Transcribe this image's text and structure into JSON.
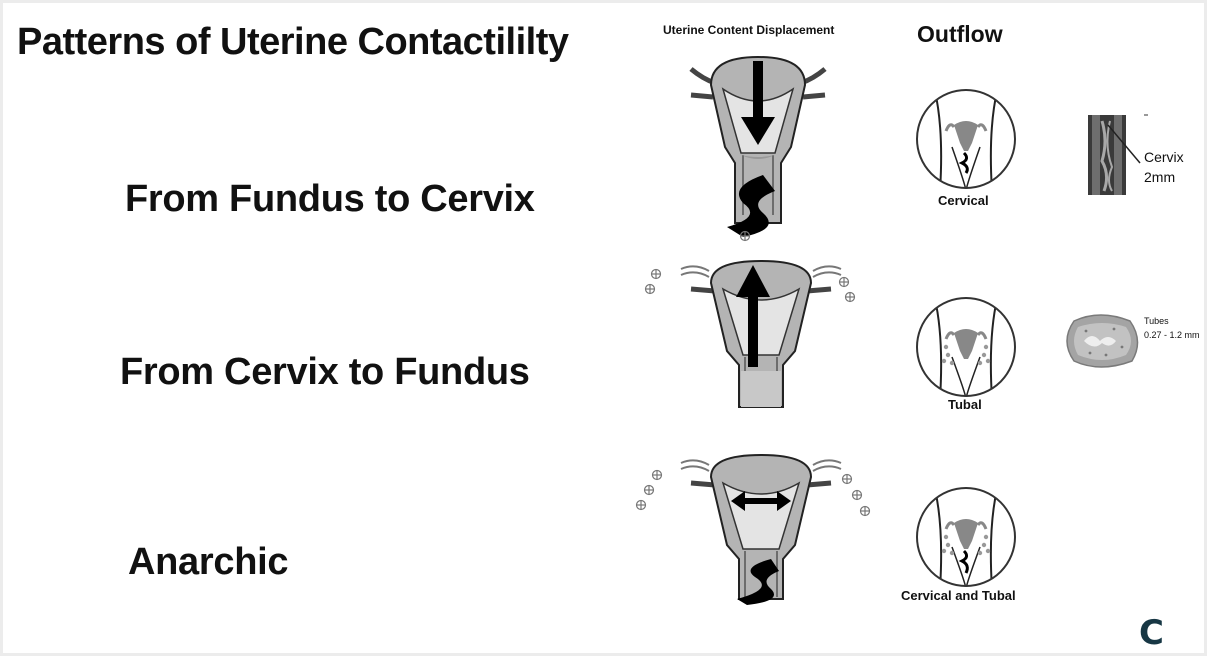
{
  "slide_title": "Patterns of Uterine Contactililty",
  "column_headers": {
    "displacement": "Uterine Content Displacement",
    "outflow": "Outflow"
  },
  "rows": [
    {
      "label": "From Fundus to Cervix",
      "outflow_caption": "Cervical",
      "detail_label": "Cervix",
      "detail_value": "2mm"
    },
    {
      "label": "From Cervix to Fundus",
      "outflow_caption": "Tubal",
      "detail_label": "Tubes",
      "detail_value": "0.27 - 1.2 mm"
    },
    {
      "label": "Anarchic",
      "outflow_caption": "Cervical and Tubal"
    }
  ],
  "logo_letter": "C",
  "colors": {
    "uterus_fill": "#b4b4b4",
    "uterus_light": "#d6d6d6",
    "arrow": "#000000",
    "logo": "#173744"
  }
}
